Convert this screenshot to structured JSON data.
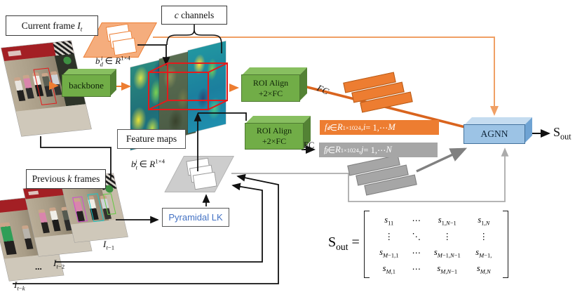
{
  "figure": {
    "current_frame_label": "Current frame <i>I</i><sub><i>t</i></sub>",
    "c_channels_label": "<i>c</i> channels",
    "previous_frames_label": "Previous <i>k</i> frames",
    "feature_maps_label": "Feature maps",
    "backbone_label": "backbone",
    "roi_align_line1": "ROI Align",
    "roi_align_line2": "+2×FC",
    "pyramidal_lk_label": "Pyramidal LK",
    "agnn_label": "AGNN",
    "fc_label_detection": "FC",
    "fc_label_track": "FC",
    "bd_label": "<i>b</i><sub><i>d</i></sub><sup><i>i</i></sup> ∈ <i>R</i><sup>1×4</sup>",
    "bt_label": "<i>b</i><sub><i>t</i></sub><sup><i>j</i></sup> ∈ <i>R</i><sup>1×4</sup>",
    "fd_label": "<i>f</i><sub><i>d</i></sub><sup><i>i</i></sup> ∈ <i>R</i><sup>1×1024</sup>, <i>i</i> = 1,⋯ <i>M</i>",
    "ft_label": "<i>f</i><sub><i>t</i></sub><sup><i>j</i></sup> ∈ <i>R</i><sup>1×1024</sup>, <i>j</i> = 1,⋯ <i>N</i>",
    "sout_output_label": "S<sub>out</sub>",
    "frame_t1_label": "<i>I</i><sub><i>t</i>−1</sub>",
    "frame_t2_label": "<i>I</i><sub><i>t</i>−2</sub>",
    "frame_dots": "...",
    "frame_tk_label": "<i>I</i><sub><i>t</i>−<i>k</i></sub>"
  },
  "equation": {
    "lhs": "S<sub>out</sub> =",
    "matrix": [
      [
        "<i>s</i><sub>11</sub>",
        "⋯",
        "<i>s</i><sub>1,<i>N</i>−1</sub>",
        "<i>s</i><sub>1,<i>N</i></sub>"
      ],
      [
        "⋮",
        "⋱",
        "⋮",
        "⋮"
      ],
      [
        "<i>s</i><sub><i>M</i>−1,1</sub>",
        "⋯",
        "<i>s</i><sub><i>M</i>−1,<i>N</i>−1</sub>",
        "<i>s</i><sub><i>M</i>−1,</sub>"
      ],
      [
        "<i>s</i><sub><i>M</i>,1</sub>",
        "⋯",
        "<i>s</i><sub><i>M</i>,<i>N</i>−1</sub>",
        "<i>s</i><sub><i>M</i>,<i>N</i></sub>"
      ]
    ]
  },
  "colors": {
    "orange": "#ED7D31",
    "light_orange_fill": "#F5AD7D",
    "green_box": "#71AD47",
    "agnn_blue": "#9CC3E5",
    "gray": "#A6A6A6",
    "red_roi": "#E31B1C",
    "pyramidal_lk_text": "#4472C4"
  }
}
